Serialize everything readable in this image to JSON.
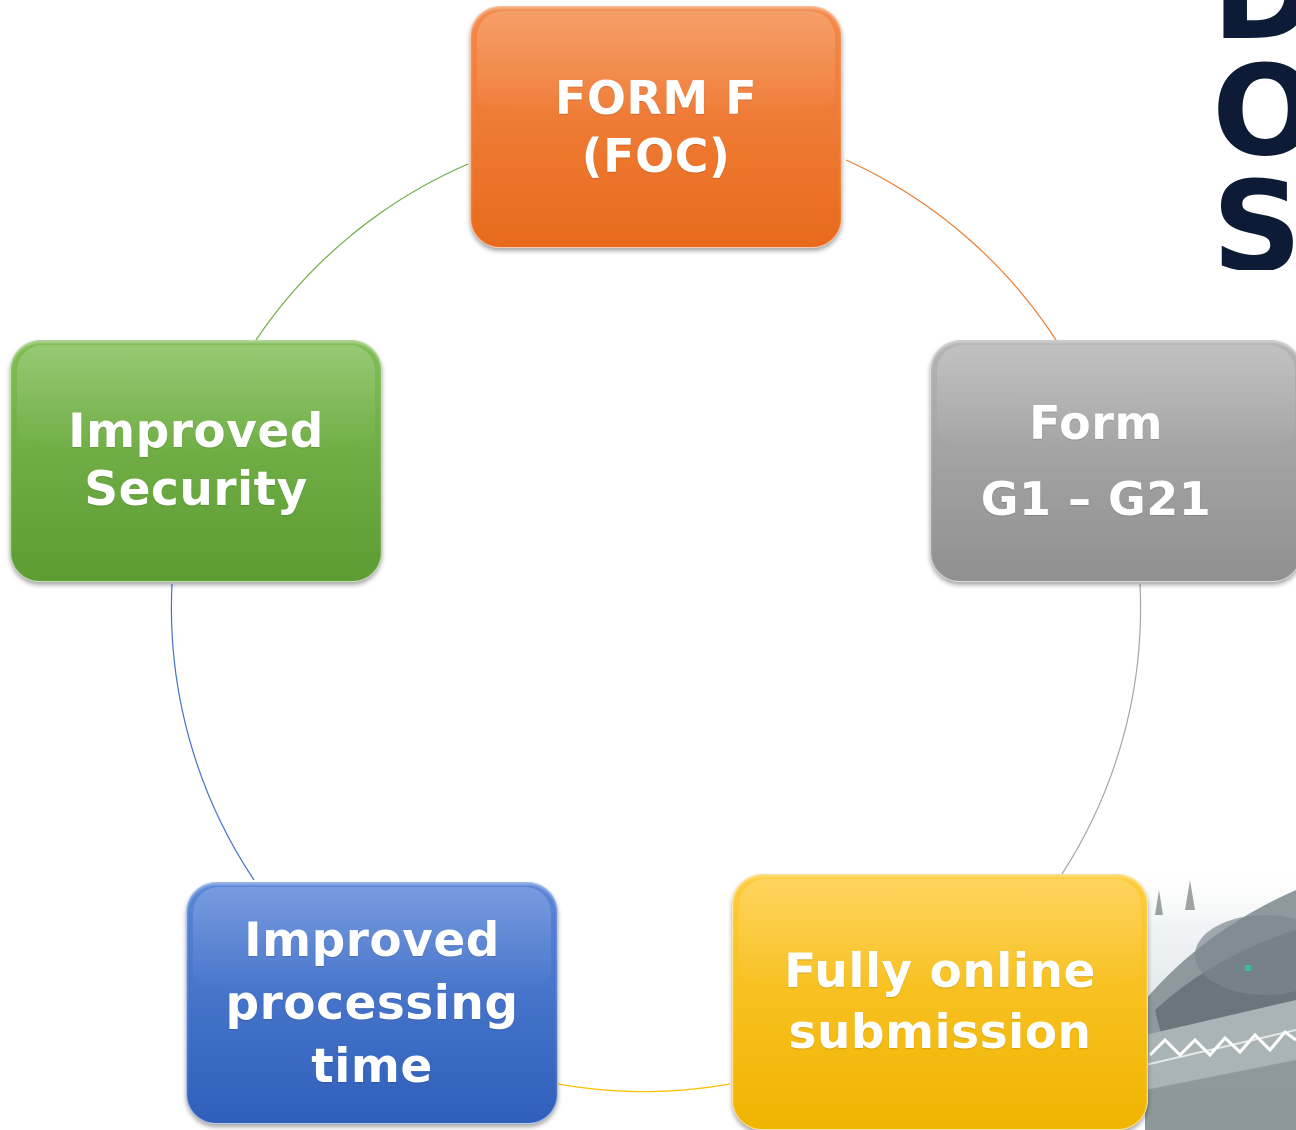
{
  "heading": {
    "lines": [
      "D",
      "O",
      "Su"
    ]
  },
  "nodes": {
    "form_f": {
      "line1": "FORM F",
      "line2": "(FOC)",
      "color": "#ed7d31"
    },
    "form_g": {
      "line1": "Form",
      "line2": "G1 – G21",
      "color": "#a5a5a5"
    },
    "online": {
      "line1": "Fully online",
      "line2": "submission",
      "color": "#ffc000"
    },
    "processing": {
      "line1": "Improved",
      "line2": "processing",
      "line3": "time",
      "color": "#4472c4"
    },
    "security": {
      "line1": "Improved",
      "line2": "Security",
      "color": "#70ad47"
    }
  },
  "connector_colors": {
    "form_f_to_form_g": "#ed7d31",
    "form_g_to_online": "#a5a5a5",
    "online_to_processing": "#ffc000",
    "processing_to_security": "#4472c4",
    "security_to_form_f": "#70ad47"
  }
}
